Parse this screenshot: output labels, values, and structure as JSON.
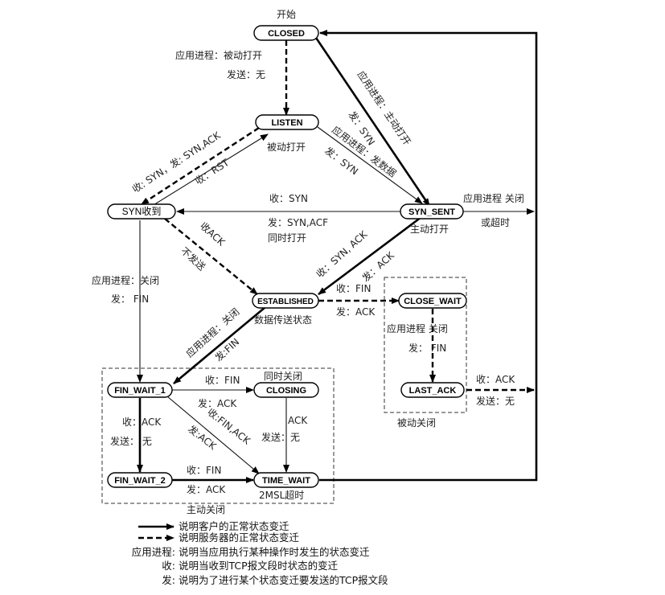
{
  "states": {
    "closed": "CLOSED",
    "listen": "LISTEN",
    "syn_rcvd": "SYN收到",
    "syn_sent": "SYN_SENT",
    "established": "ESTABLISHED",
    "close_wait": "CLOSE_WAIT",
    "last_ack": "LAST_ACK",
    "fin_wait_1": "FIN_WAIT_1",
    "closing": "CLOSING",
    "fin_wait_2": "FIN_WAIT_2",
    "time_wait": "TIME_WAIT"
  },
  "labels": {
    "start": "开始",
    "passive_open_app": "应用进程：被动打开",
    "passive_open_send": "发送：无",
    "passive_open": "被动打开",
    "listen_recv_syn": "收: SYN，发: SYN,ACK",
    "recv_rst": "收：RST",
    "active_open_app": "应用进程：主动打开",
    "active_open_send": "发：SYN",
    "listen_send_data_app": "应用进程：发数据",
    "listen_send_data_send": "发：SYN",
    "syn_recv_syn": "收：SYN",
    "syn_send_synack": "发：SYN,ACF",
    "simultaneous_open": "同时打开",
    "active_open": "主动打开",
    "close_or_timeout_app": "应用进程 关闭",
    "close_or_timeout": "或超时",
    "recv_ack": "收ACK",
    "no_send": "不发送",
    "recv_synack": "收：SYN, ACK",
    "send_ack": "发：ACK",
    "app_close_left": "应用进程：关闭",
    "send_fin_left": "发：  FIN",
    "est_recv_fin": "收：FIN",
    "est_send_ack": "发：ACK",
    "data_transfer": "数据传送状态",
    "cw_app_close": "应用进程 关闭",
    "cw_send_fin": "发：    FIN",
    "la_recv_ack": "收：ACK",
    "la_send_none": "发送：无",
    "passive_close": "被动关闭",
    "est_app_close": "应用进程：关闭",
    "est_send_fin": "发:FIN",
    "fw1_recv_fin": "收：FIN",
    "simultaneous_close": "同时关闭",
    "fw1_send_ack": "发：ACK",
    "fw1_diag_recv": "收:FIN,ACK",
    "fw1_diag_send": "发:ACK",
    "fw1_recv_ack": "收：ACK",
    "fw1_send_none": "发送：  无",
    "closing_ack": "ACK",
    "closing_send_none": "发送：无",
    "fw2_recv_fin": "收：FIN",
    "fw2_send_ack": "发：ACK",
    "msl_timeout": "2MSL超时",
    "active_close": "主动关闭"
  },
  "legend": [
    {
      "key": "",
      "text": "说明客户的正常状态变迁"
    },
    {
      "key": "",
      "text": "说明服务器的正常状态变迁"
    },
    {
      "key": "应用进程:",
      "text": "说明当应用执行某种操作时发生的状态变迁"
    },
    {
      "key": "收:",
      "text": "说明当收到TCP报文段时状态的变迁"
    },
    {
      "key": "发:",
      "text": "说明为了进行某个状态变迁要发送的TCP报文段"
    }
  ]
}
